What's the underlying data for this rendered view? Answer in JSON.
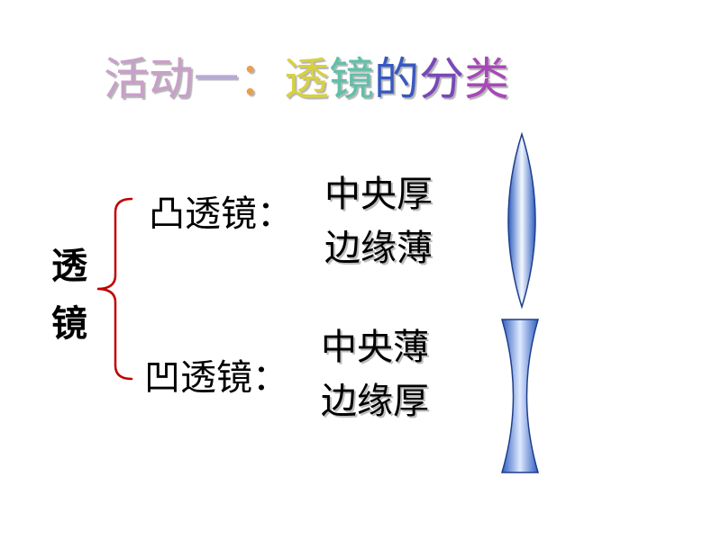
{
  "title": {
    "chars": [
      {
        "text": "活",
        "color": "#c8a0c8"
      },
      {
        "text": "动",
        "color": "#c8a0c8"
      },
      {
        "text": "一",
        "color": "#b8a8d8"
      },
      {
        "text": "：",
        "color": "#e8a050"
      },
      {
        "text": "透",
        "color": "#d8d040"
      },
      {
        "text": "镜",
        "color": "#60c0a8"
      },
      {
        "text": "的",
        "color": "#3858c0"
      },
      {
        "text": "分",
        "color": "#7848b8"
      },
      {
        "text": "类",
        "color": "#a848b8"
      }
    ]
  },
  "category": {
    "char1": "透",
    "char2": "镜",
    "brace_color": "#c00000"
  },
  "convex": {
    "label": "凸透镜：",
    "line1": "中央厚",
    "line2": "边缘薄"
  },
  "concave": {
    "label": "凹透镜：",
    "line1": "中央薄",
    "line2": "边缘厚"
  },
  "lens_color": "#3a6fd0"
}
